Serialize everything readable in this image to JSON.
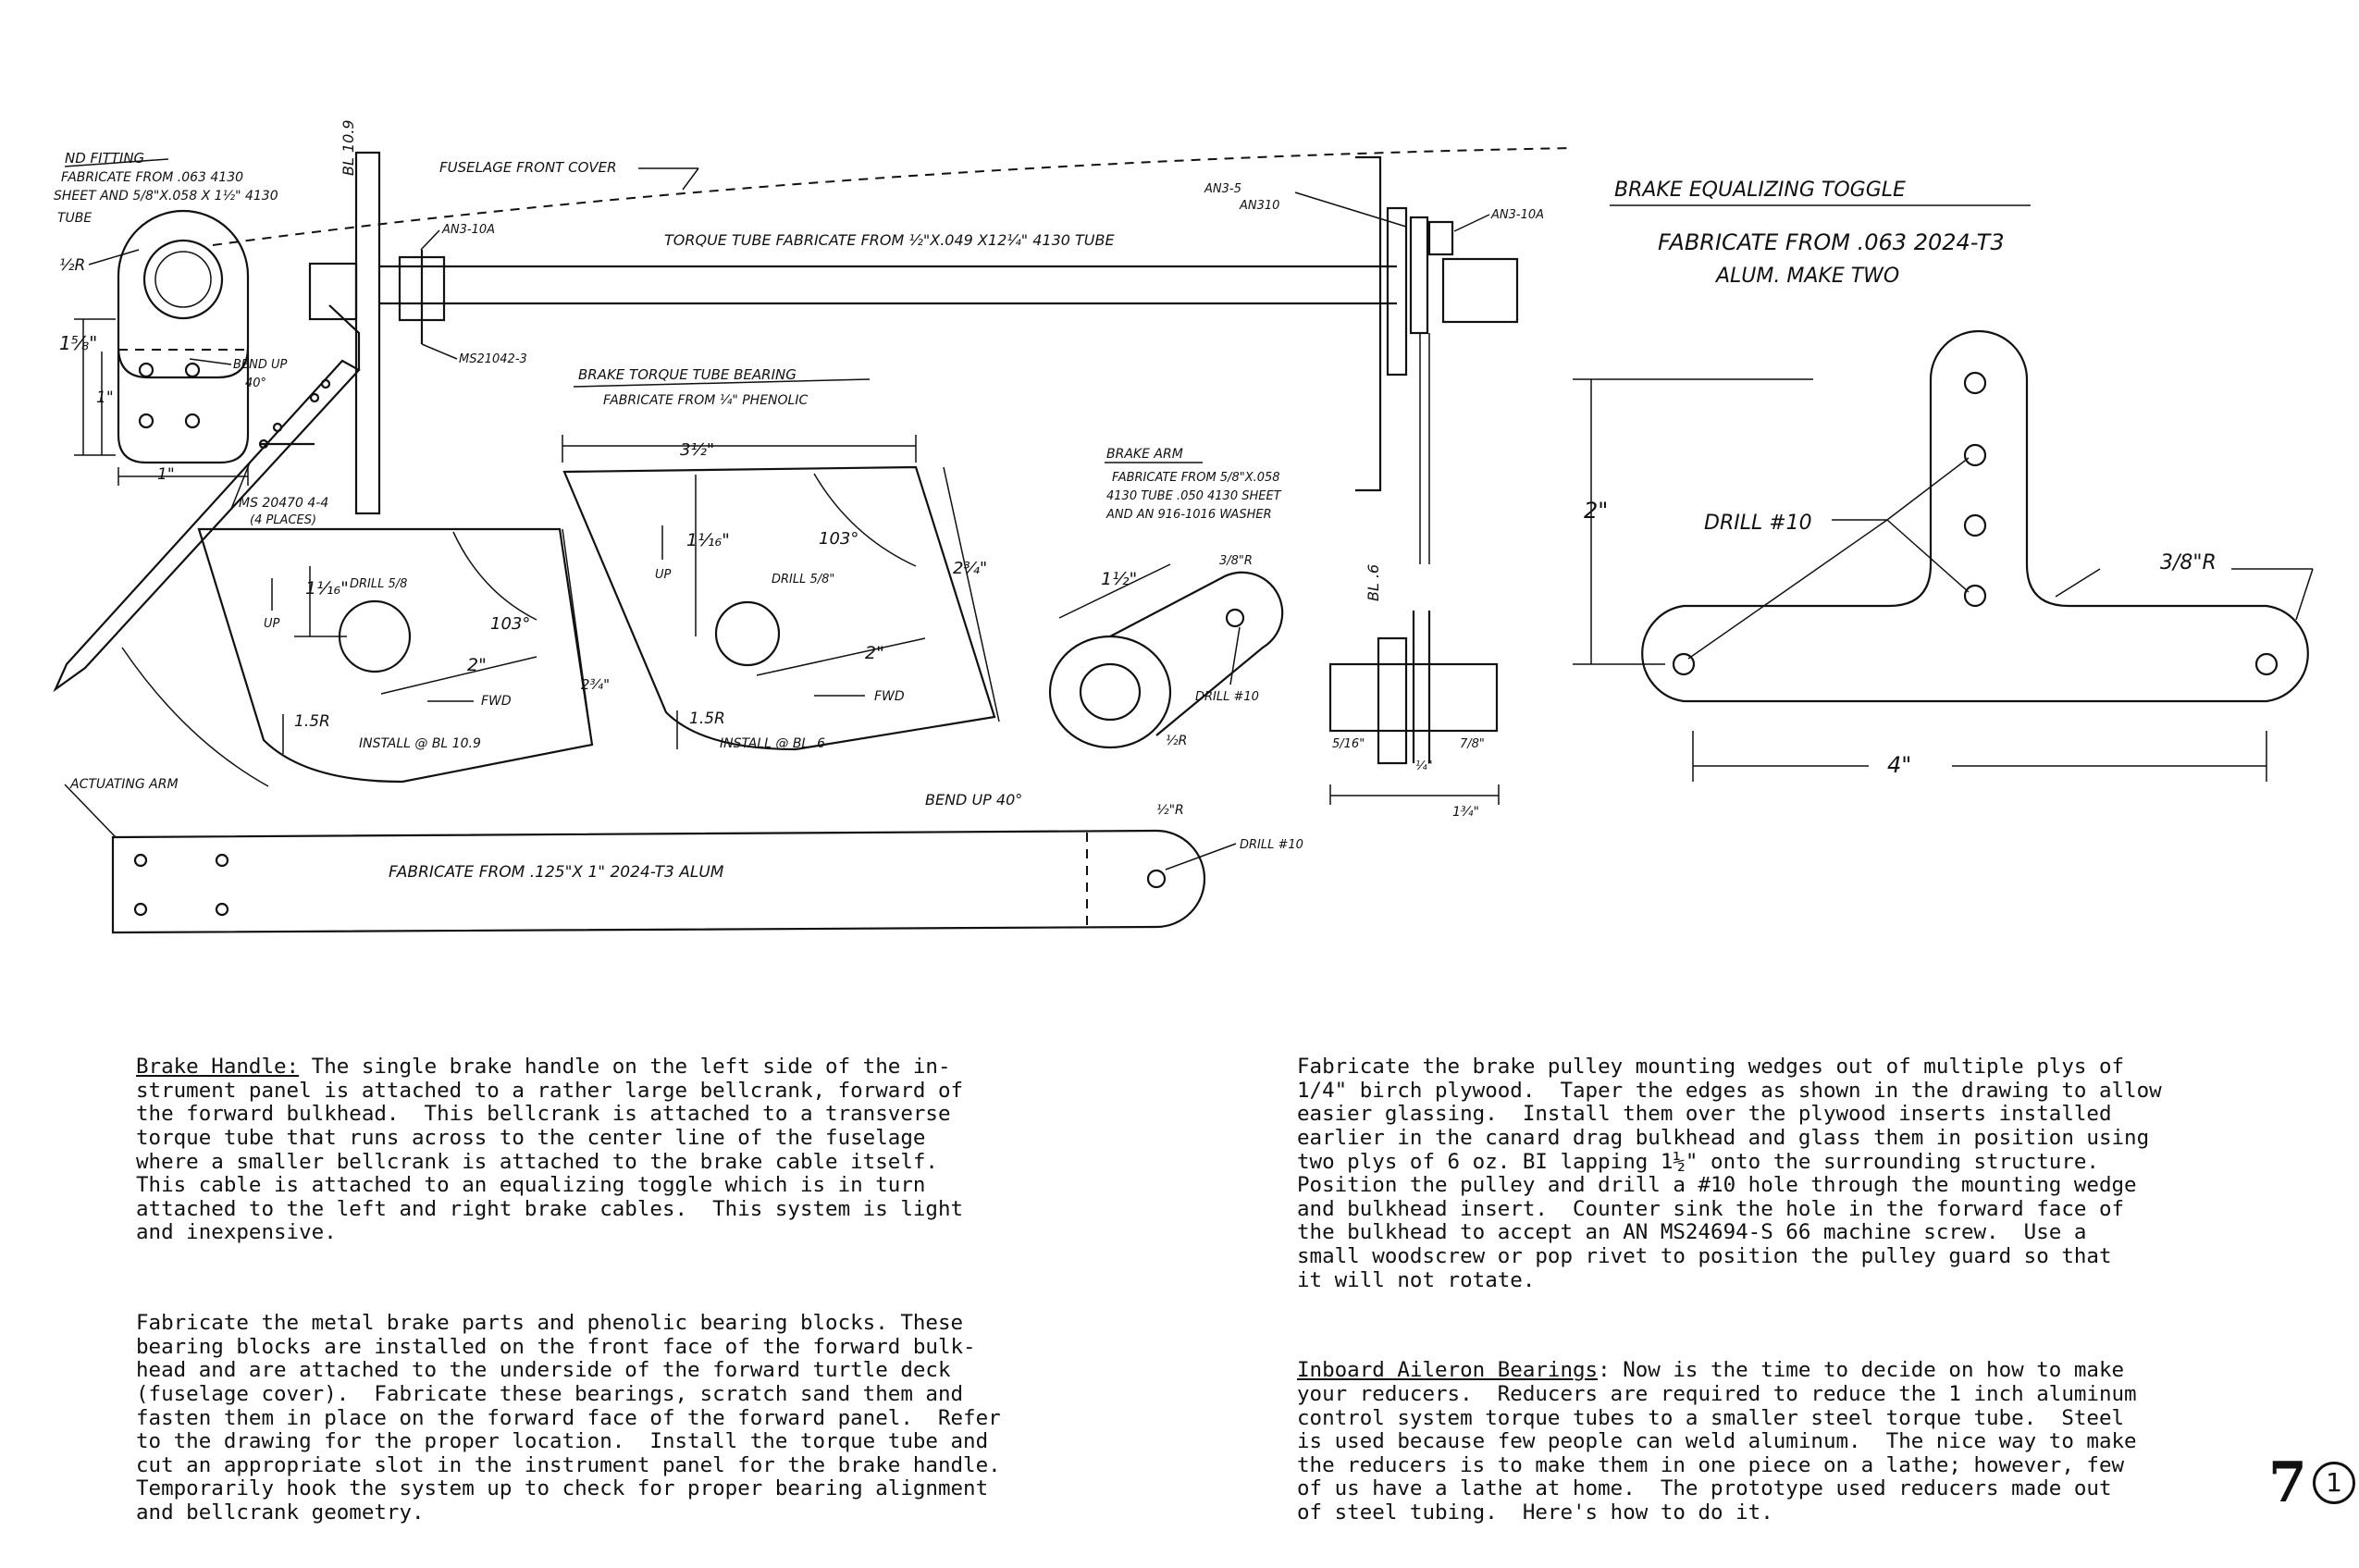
{
  "drawing": {
    "nd_fitting": {
      "title": "ND FITTING",
      "line1": "FABRICATE FROM .063 4130",
      "line2": "SHEET AND 5/8\"X.058 X 1½\" 4130",
      "line3": "TUBE",
      "radius": "½R",
      "dim_height": "1⅝\"",
      "dim_inner": "1\"",
      "dim_width": "1\"",
      "bend": "BEND UP",
      "bend_angle": "40°"
    },
    "bl_109": "BL 10.9",
    "bl_6": "BL .6",
    "fuselage_cover": "FUSELAGE FRONT COVER",
    "an3_10a_left": "AN3-10A",
    "an3_5": "AN3-5",
    "an310": "AN310",
    "an3_10a_right": "AN3-10A",
    "torque_tube": "TORQUE TUBE      FABRICATE FROM ½\"X.049 X12¼\" 4130 TUBE",
    "ms21042": "MS21042-3",
    "ms20470": "MS 20470 4-4",
    "ms20470_places": "(4 PLACES)",
    "bearing_title": "BRAKE TORQUE TUBE BEARING",
    "bearing_sub": "FABRICATE FROM ¼\" PHENOLIC",
    "bearing_left": {
      "dim_up": "1⅟₁₆\"",
      "up": "UP",
      "drill": "DRILL 5/8",
      "angle": "103°",
      "dim_2": "2\"",
      "fwd": "FWD",
      "dim_side": "2¾\"",
      "radius": "1.5R",
      "install": "INSTALL @ BL 10.9"
    },
    "bearing_right": {
      "dim_top": "3½\"",
      "dim_up": "1⅟₁₆\"",
      "up": "UP",
      "drill": "DRILL 5/8\"",
      "angle": "103°",
      "dim_2": "2\"",
      "fwd": "FWD",
      "dim_side": "2¾\"",
      "radius": "1.5R",
      "install": "INSTALL @ BL .6"
    },
    "brake_arm": {
      "title": "BRAKE ARM",
      "line1": "FABRICATE FROM 5/8\"X.058",
      "line2": "4130 TUBE .050 4130 SHEET",
      "line3": "AND AN 916-1016 WASHER",
      "dim": "1½\"",
      "radius_top": "3/8\"R",
      "drill": "DRILL #10",
      "radius_bottom": "½R"
    },
    "pulley_dims": {
      "left": "5/16\"",
      "mid": "¼\"",
      "right": "7/8\"",
      "total": "1¾\""
    },
    "actuating_arm": {
      "label": "ACTUATING ARM",
      "fabricate": "FABRICATE FROM .125\"X 1\" 2024-T3 ALUM",
      "bend": "BEND UP 40°",
      "radius": "½\"R",
      "drill": "DRILL #10"
    },
    "toggle": {
      "title": "BRAKE EQUALIZING TOGGLE",
      "line1": "FABRICATE FROM .063 2024-T3",
      "line2": "ALUM.     MAKE TWO",
      "dim_height": "2\"",
      "drill": "DRILL #10",
      "radius": "3/8\"R",
      "dim_width": "4\""
    }
  },
  "text_left": {
    "p1_heading": "Brake Handle:",
    "p1_lines": [
      " The single brake handle on the left side of the in-",
      "strument panel is attached to a rather large bellcrank, forward of",
      "the forward bulkhead.  This bellcrank is attached to a transverse",
      "torque tube that runs across to the center line of the fuselage",
      "where a smaller bellcrank is attached to the brake cable itself.",
      "This cable is attached to an equalizing toggle which is in turn",
      "attached to the left and right brake cables.  This system is light",
      "and inexpensive."
    ],
    "p2": "Fabricate the metal brake parts and phenolic bearing blocks. These\nbearing blocks are installed on the front face of the forward bulk-\nhead and are attached to the underside of the forward turtle deck\n(fuselage cover).  Fabricate these bearings, scratch sand them and\nfasten them in place on the forward face of the forward panel.  Refer\nto the drawing for the proper location.  Install the torque tube and\ncut an appropriate slot in the instrument panel for the brake handle.\nTemporarily hook the system up to check for proper bearing alignment\nand bellcrank geometry."
  },
  "text_right": {
    "p1": "Fabricate the brake pulley mounting wedges out of multiple plys of\n1/4\" birch plywood.  Taper the edges as shown in the drawing to allow\neasier glassing.  Install them over the plywood inserts installed\nearlier in the canard drag bulkhead and glass them in position using\ntwo plys of 6 oz. BI lapping 1½\" onto the surrounding structure.\nPosition the pulley and drill a #10 hole through the mounting wedge\nand bulkhead insert.  Counter sink the hole in the forward face of\nthe bulkhead to accept an AN MS24694-S 66 machine screw.  Use a\nsmall woodscrew or pop rivet to position the pulley guard so that\nit will not rotate.",
    "p2_heading": "Inboard Aileron Bearings",
    "p2_first": ": Now is the time to decide on how to make",
    "p2_rest": "your reducers.  Reducers are required to reduce the 1 inch aluminum\ncontrol system torque tubes to a smaller steel torque tube.  Steel\nis used because few people can weld aluminum.  The nice way to make\nthe reducers is to make them in one piece on a lathe; however, few\nof us have a lathe at home.  The prototype used reducers made out\nof steel tubing.  Here's how to do it."
  },
  "page_number": "7",
  "chapter_number": "1"
}
